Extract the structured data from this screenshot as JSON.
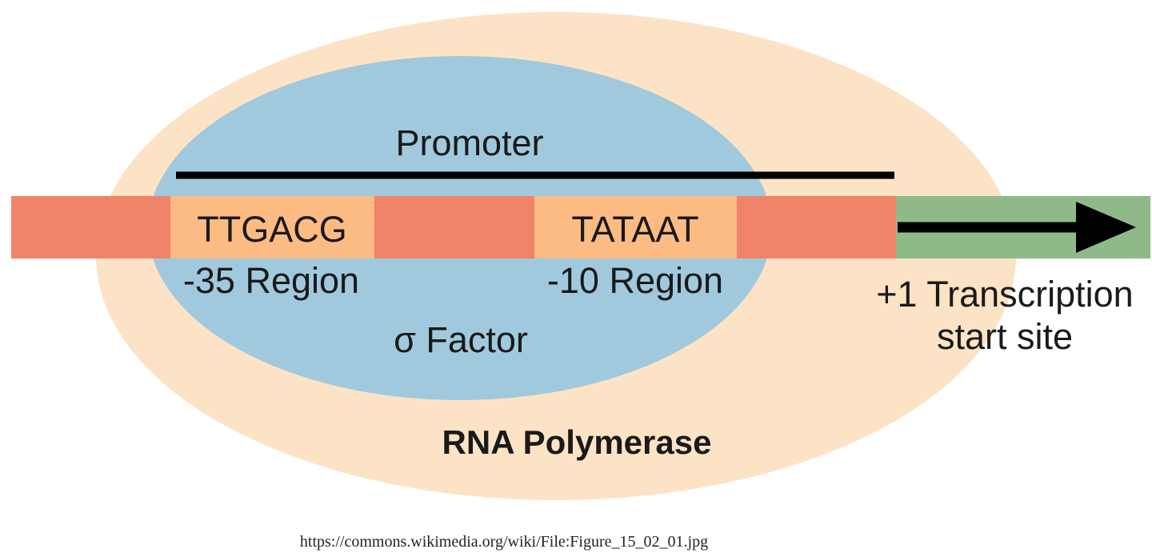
{
  "diagram": {
    "promoter_label": "Promoter",
    "box_35_sequence": "TTGACG",
    "box_35_label": "-35 Region",
    "box_10_sequence": "TATAAT",
    "box_10_label": "-10 Region",
    "sigma_label": "σ Factor",
    "polymerase_label": "RNA Polymerase",
    "start_site_line1": "+1 Transcription",
    "start_site_line2": "start site"
  },
  "source": {
    "url_text": "https://commons.wikimedia.org/wiki/File:Figure_15_02_01.jpg"
  },
  "colors": {
    "polymerase_fill": "#fde3c6",
    "sigma_fill": "#a1c9de",
    "dna_fill": "#f08468",
    "box_fill": "#fdbb84",
    "transcribed_fill": "#90b98a",
    "line_color": "#000000"
  }
}
